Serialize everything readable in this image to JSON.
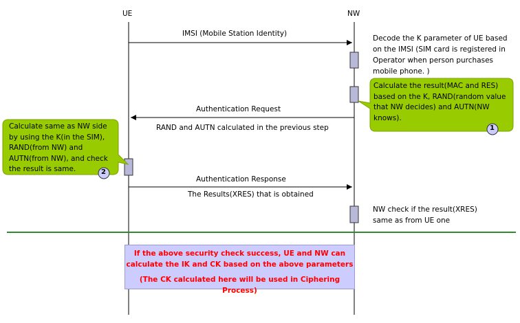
{
  "participants": {
    "ue": "UE",
    "nw": "NW"
  },
  "messages": {
    "imsi": "IMSI (Mobile Station Identity)",
    "auth_request": "Authentication Request",
    "auth_request_sub": "RAND and AUTN calculated in the previous step",
    "auth_response": "Authentication Response",
    "auth_response_sub": "The Results(XRES) that is obtained"
  },
  "notes": {
    "decode": "Decode the K parameter of UE based\non the IMSI (SIM card is registered in\nOperator when person purchases\nmobile phone. )",
    "nw_check": "NW check if the result(XRES)\nsame as from UE one"
  },
  "bubbles": {
    "nw_calc": {
      "text": "Calculate the result(MAC and RES)\nbased on the K, RAND(random value\nthat NW decides) and AUTN(NW\nknows).",
      "badge": "1"
    },
    "ue_calc": {
      "text": "Calculate same as NW side\nby using the K(in the SIM),\nRAND(from NW) and\nAUTN(from NW), and check\nthe result is same.",
      "badge": "2"
    }
  },
  "banner": {
    "line1": "If the above security check success, UE and NW can\ncalculate the IK and CK based on the above parameters",
    "line2": "(The CK calculated here will be used in Ciphering Process)"
  },
  "colors": {
    "bubble_fill": "#99cc00",
    "bubble_stroke": "#7aa300",
    "activation_fill": "#b8b8d8",
    "separator": "#2e8b2e",
    "banner_fill": "#ccccff",
    "banner_text": "#ff0000"
  }
}
